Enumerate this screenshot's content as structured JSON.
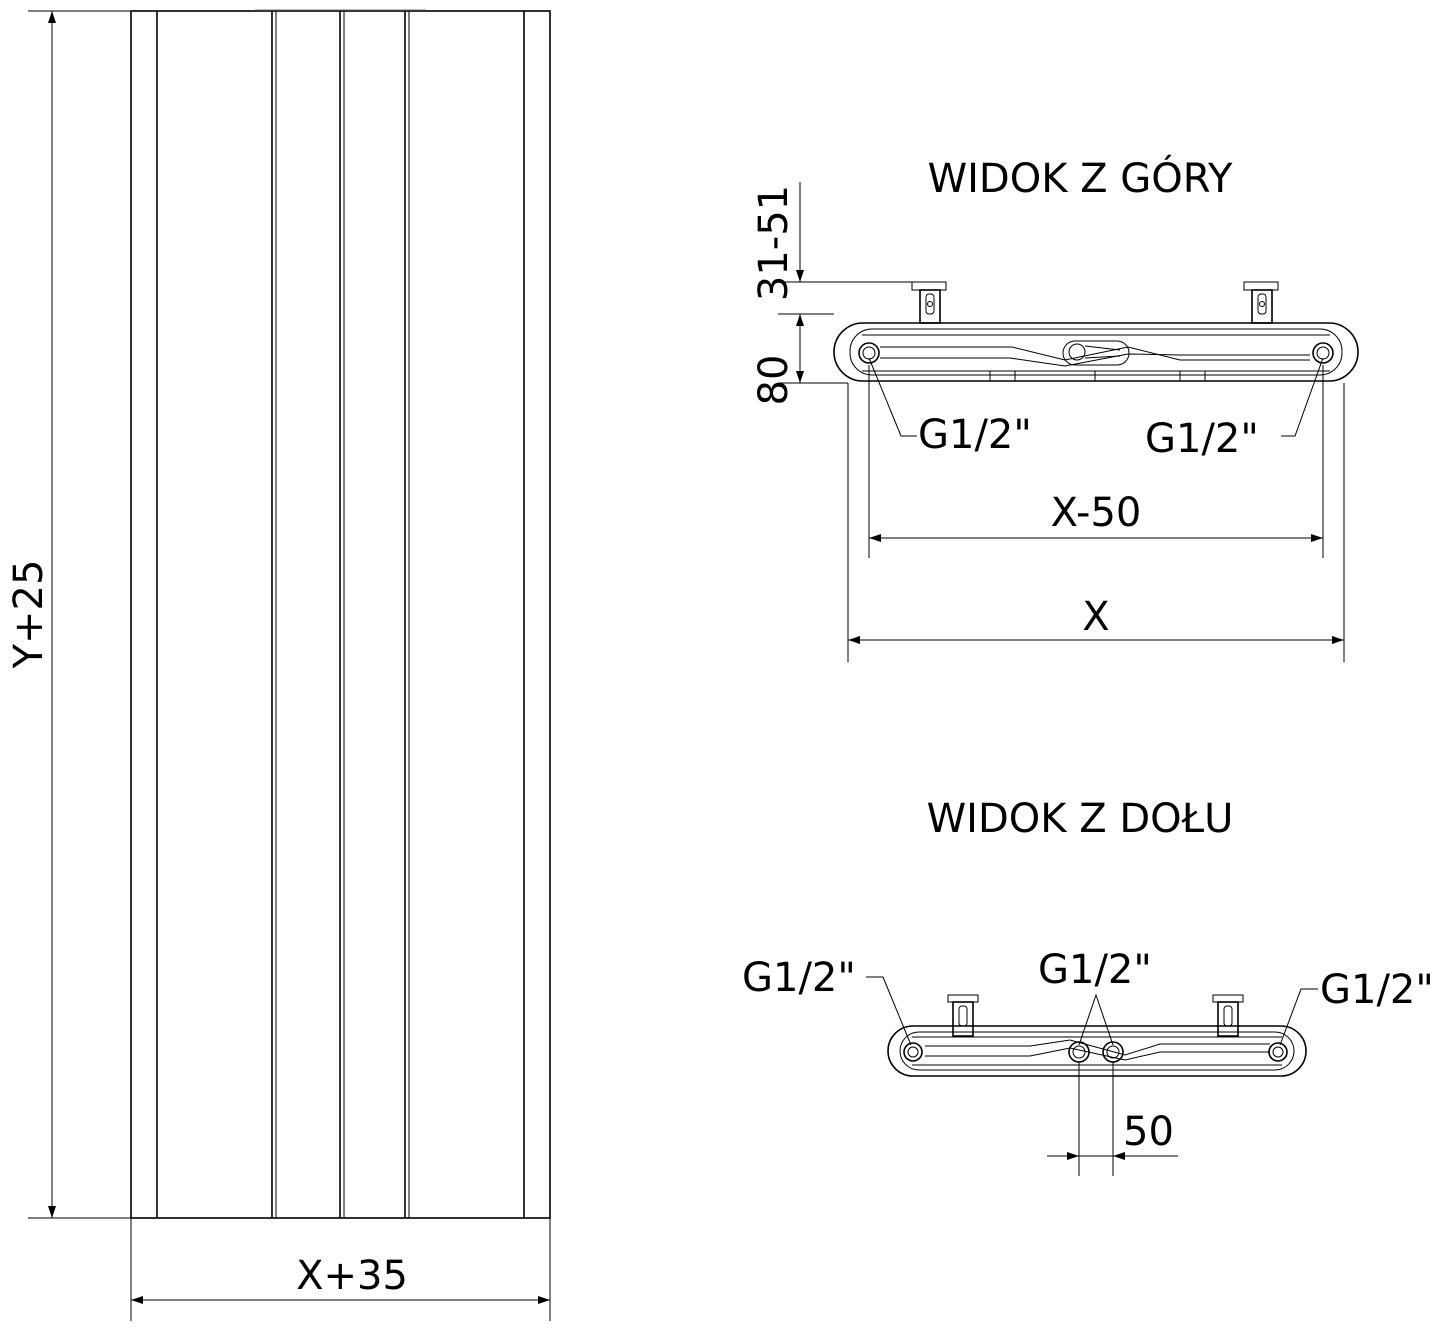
{
  "front_view": {
    "height_label": "Y+25",
    "width_label": "X+35"
  },
  "top_view": {
    "title": "WIDOK Z GÓRY",
    "bracket_depth_label": "31-51",
    "depth_label": "80",
    "connection_left": "G1/2\"",
    "connection_right": "G1/2\"",
    "inner_width_label": "X-50",
    "width_label": "X"
  },
  "bottom_view": {
    "title": "WIDOK Z DOŁU",
    "connection_left": "G1/2\"",
    "connection_center": "G1/2\"",
    "connection_right": "G1/2\"",
    "spacing_label": "50"
  }
}
